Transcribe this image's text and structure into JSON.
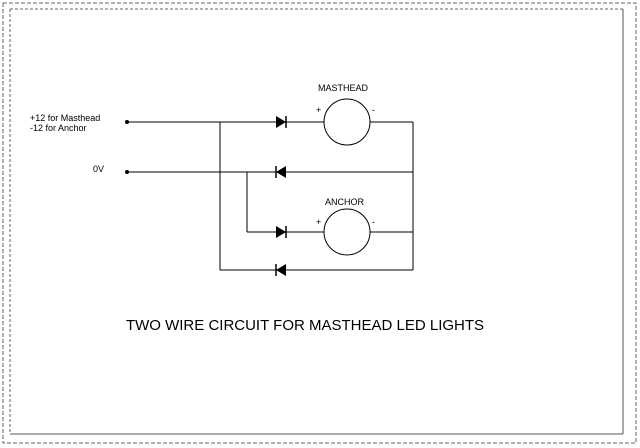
{
  "inputs": {
    "line1": "+12 for Masthead",
    "line2": "-12 for Anchor",
    "zero": "0V"
  },
  "lamps": {
    "masthead": {
      "name": "MASTHEAD",
      "plus": "+",
      "minus": "-"
    },
    "anchor": {
      "name": "ANCHOR",
      "plus": "+",
      "minus": "-"
    }
  },
  "caption": "TWO WIRE CIRCUIT FOR MASTHEAD LED LIGHTS"
}
